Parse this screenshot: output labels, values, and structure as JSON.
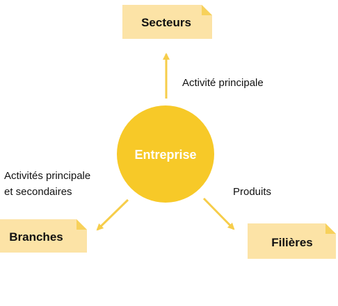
{
  "colors": {
    "note_fill": "#FCE3A6",
    "note_fold": "#F7D15B",
    "circle_fill": "#F7C928",
    "arrow": "#F6CD4A",
    "text": "#111111",
    "center_text": "#FFFFFF"
  },
  "diagram": {
    "center": {
      "label": "Entreprise"
    },
    "nodes": {
      "secteurs": {
        "label": "Secteurs"
      },
      "branches": {
        "label": "Branches"
      },
      "filieres": {
        "label": "Filières"
      }
    },
    "edges": {
      "to_secteurs": {
        "label": "Activité principale"
      },
      "to_branches": {
        "line1": "Activités principale",
        "line2": "et secondaires"
      },
      "to_filieres": {
        "label": "Produits"
      }
    }
  }
}
